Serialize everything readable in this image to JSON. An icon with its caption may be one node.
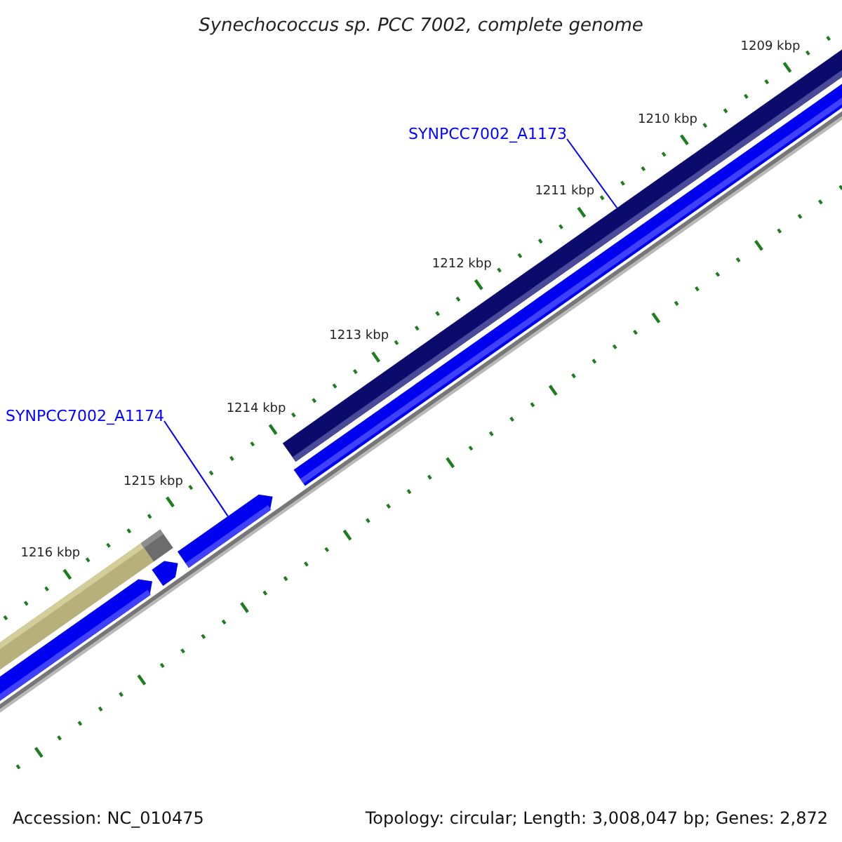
{
  "diagram": {
    "title": "Synechococcus sp. PCC 7002, complete genome",
    "nodes": [
      {
        "text": [
          "SYNPCC7002_A1173"
        ]
      },
      {
        "text": [],
        "shape": "bar"
      },
      {
        "text": [
          "SYNPCC7002_A1174"
        ]
      },
      {
        "text": [],
        "shape": "arrow"
      }
    ],
    "edges": [
      {
        "from": 0,
        "to": 1,
        "arrow": "none"
      },
      {
        "from": 2,
        "to": 3,
        "arrow": "none"
      }
    ],
    "labels": [
      "1209 kbp",
      "1210 kbp",
      "1211 kbp",
      "1212 kbp",
      "1213 kbp",
      "1214 kbp",
      "1215 kbp",
      "1216 kbp",
      "Accession: NC_010475",
      "Topology: circular; Length: 3,008,047 bp; Genes: 2,872"
    ]
  }
}
